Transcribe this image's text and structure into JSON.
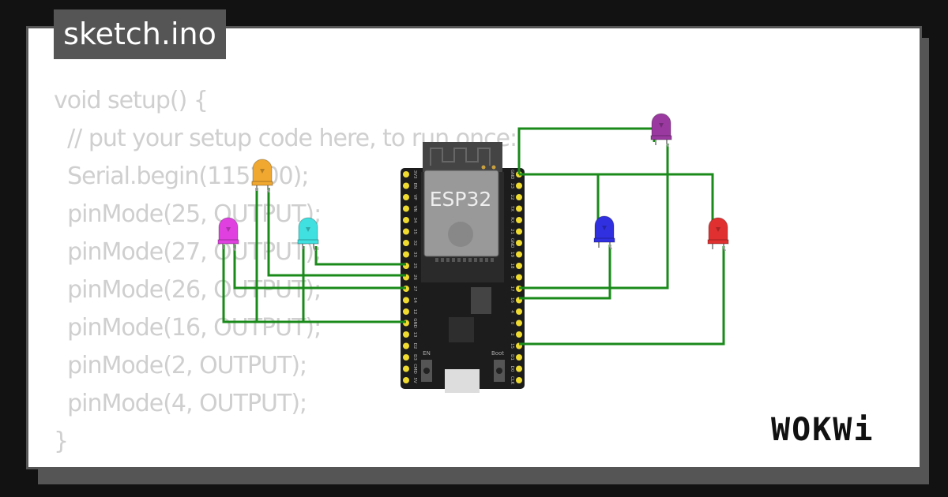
{
  "file_tab": "sketch.ino",
  "code_lines": [
    "void setup() {",
    "  // put your setup code here, to run once:",
    "  Serial.begin(115200);",
    "  pinMode(25, OUTPUT);",
    "  pinMode(27, OUTPUT);",
    "  pinMode(26, OUTPUT);",
    "  pinMode(16, OUTPUT);",
    "  pinMode(2, OUTPUT);",
    "  pinMode(4, OUTPUT);",
    "}"
  ],
  "board": {
    "label": "ESP32",
    "left_pins": [
      "3V3",
      "EN",
      "VP",
      "VN",
      "34",
      "35",
      "32",
      "33",
      "25",
      "26",
      "27",
      "14",
      "12",
      "GND",
      "13",
      "D2",
      "D3",
      "CMD",
      "5V"
    ],
    "right_pins": [
      "GND",
      "23",
      "22",
      "TX",
      "RX",
      "21",
      "GND",
      "19",
      "18",
      "5",
      "17",
      "16",
      "4",
      "0",
      "2",
      "15",
      "D1",
      "D0",
      "CLK"
    ],
    "en_label": "EN",
    "boot_label": "Boot"
  },
  "leds": [
    {
      "color": "#f0a830",
      "name": "orange"
    },
    {
      "color": "#e040e0",
      "name": "magenta"
    },
    {
      "color": "#40e0e0",
      "name": "cyan"
    },
    {
      "color": "#3030e0",
      "name": "blue"
    },
    {
      "color": "#e03030",
      "name": "red"
    },
    {
      "color": "#9a3aa0",
      "name": "purple"
    }
  ],
  "wire_color": "#1a8a1a",
  "logo": "WOKWi"
}
